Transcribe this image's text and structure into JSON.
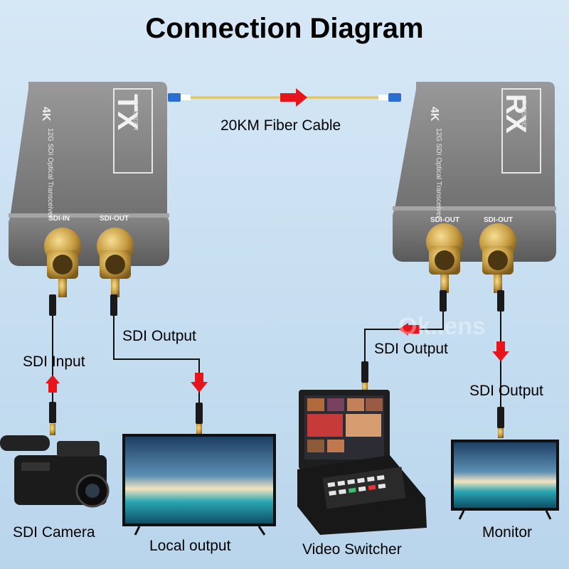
{
  "title": "Connection Diagram",
  "fiber": {
    "label": "20KM Fiber Cable"
  },
  "tx": {
    "badge": "4K",
    "big": "TX",
    "sub": "EXTENDER",
    "model": "12G SDI Optical Transceiver",
    "port_in": "SDI-IN",
    "port_out": "SDI-OUT"
  },
  "rx": {
    "badge": "4K",
    "big": "RX",
    "sub": "EXTENDER",
    "model": "12G SDI Optical Transceiver",
    "port_out_1": "SDI-OUT",
    "port_out_2": "SDI-OUT"
  },
  "labels": {
    "sdi_input": "SDI Input",
    "sdi_output_tx": "SDI Output",
    "sdi_output_switcher": "SDI Output",
    "sdi_output_monitor": "SDI Output"
  },
  "devices": {
    "camera": "SDI Camera",
    "local": "Local output",
    "switcher": "Video Switcher",
    "monitor": "Monitor"
  },
  "watermark": "Ok..ens",
  "colors": {
    "arrow": "#e8141c",
    "device_body": "#7d7c7c",
    "gold": "#c59a3f"
  }
}
